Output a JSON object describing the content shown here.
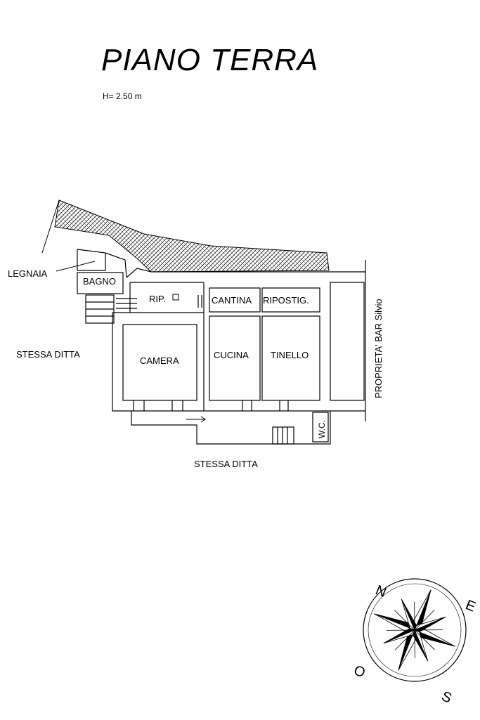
{
  "plan": {
    "title": "PIANO TERRA",
    "height_label": "H= 2.50 m"
  },
  "rooms": {
    "legnaia": "LEGNAIA",
    "bagno": "BAGNO",
    "rip": "RIP.",
    "cantina": "CANTINA",
    "ripostiglio": "RIPOSTIG.",
    "camera": "CAMERA",
    "cucina": "CUCINA",
    "tinello": "TINELLO",
    "wc": "W.C."
  },
  "neighbors": {
    "west": "STESSA DITTA",
    "south": "STESSA DITTA",
    "east": "PROPRIETA' BAR Silvio"
  },
  "compass": {
    "north": "N",
    "east": "E",
    "south": "S",
    "west": "O"
  }
}
